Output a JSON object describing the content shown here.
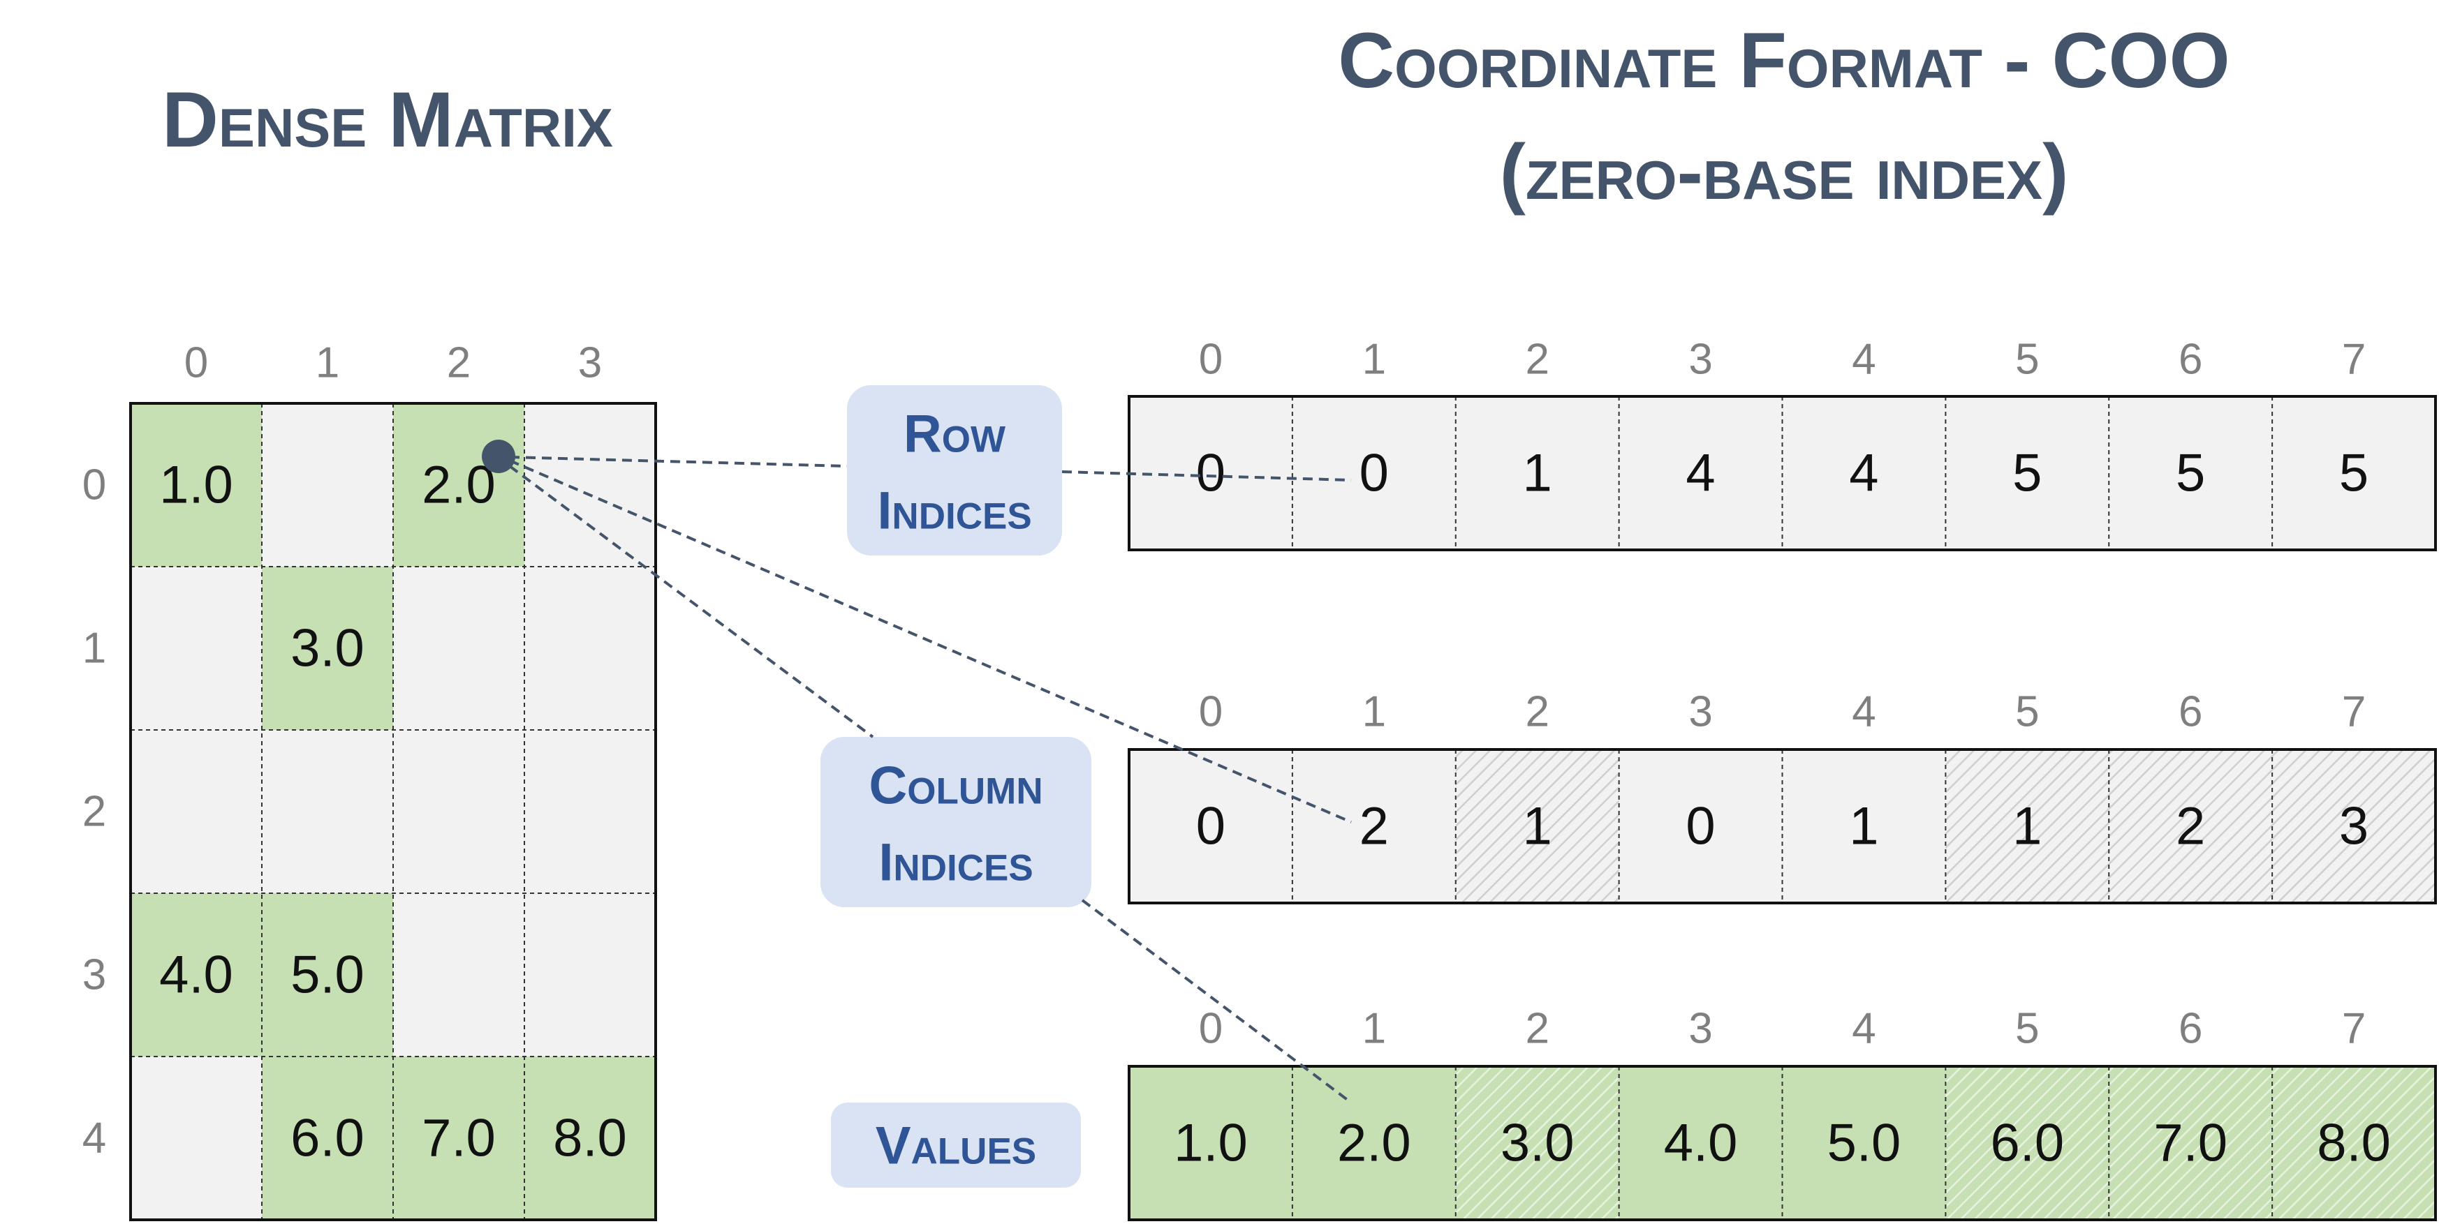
{
  "titles": {
    "dense": "Dense Matrix",
    "coo_line1": "Coordinate Format - COO",
    "coo_line2": "(zero-base index)"
  },
  "labels": {
    "row_indices": [
      "Row",
      "Indices"
    ],
    "column_indices": [
      "Column",
      "Indices"
    ],
    "values": "Values"
  },
  "dense_matrix": {
    "col_headers": [
      "0",
      "1",
      "2",
      "3"
    ],
    "row_headers": [
      "0",
      "1",
      "2",
      "3",
      "4"
    ],
    "cells": [
      [
        "1.0",
        "",
        "2.0",
        ""
      ],
      [
        "",
        "3.0",
        "",
        ""
      ],
      [
        "",
        "",
        "",
        ""
      ],
      [
        "4.0",
        "5.0",
        "",
        ""
      ],
      [
        "",
        "6.0",
        "7.0",
        "8.0"
      ]
    ]
  },
  "coo": {
    "indices": [
      "0",
      "1",
      "2",
      "3",
      "4",
      "5",
      "6",
      "7"
    ],
    "row_indices": [
      "0",
      "0",
      "1",
      "4",
      "4",
      "5",
      "5",
      "5"
    ],
    "column_indices": [
      "0",
      "2",
      "1",
      "0",
      "1",
      "1",
      "2",
      "3"
    ],
    "values": [
      "1.0",
      "2.0",
      "3.0",
      "4.0",
      "5.0",
      "6.0",
      "7.0",
      "8.0"
    ],
    "column_hatched": [
      false,
      false,
      true,
      false,
      false,
      true,
      true,
      true
    ],
    "values_hatched": [
      false,
      false,
      true,
      false,
      false,
      true,
      true,
      true
    ]
  },
  "colors": {
    "nonzero": "#c6e0b4",
    "empty": "#f2f2f2",
    "badge": "#dae3f3",
    "title": "#44546a",
    "badge_text": "#2f5597",
    "connector": "#44546a"
  }
}
